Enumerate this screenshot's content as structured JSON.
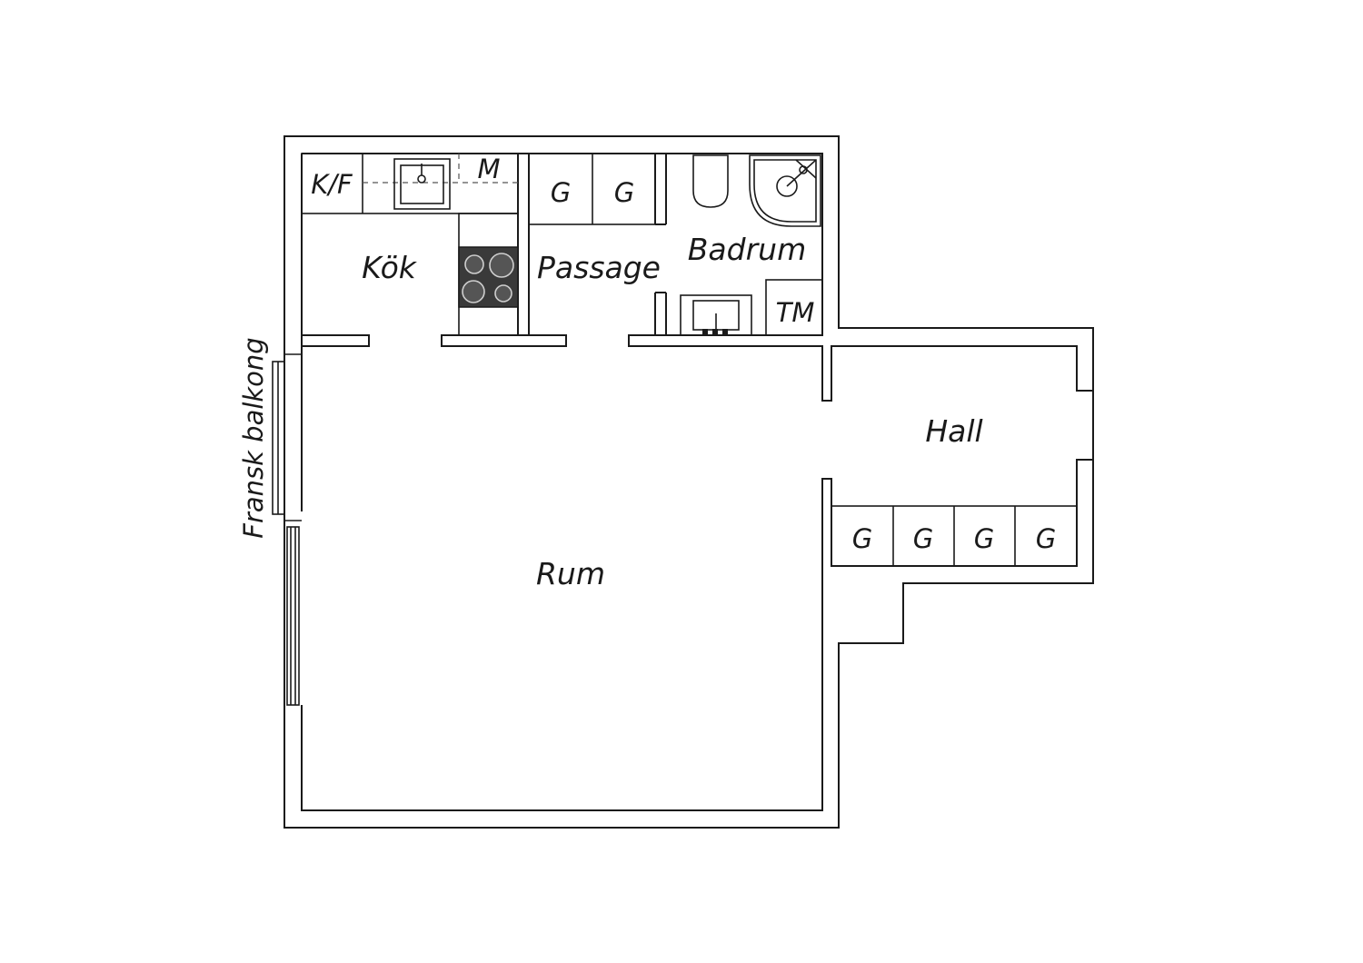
{
  "rooms": {
    "kok": "Kök",
    "passage": "Passage",
    "badrum": "Badrum",
    "rum": "Rum",
    "hall": "Hall"
  },
  "fixtures": {
    "kf": "K/F",
    "m": "M",
    "tm": "TM",
    "g": "G"
  },
  "balcony": "Fransk balkong",
  "icons": [
    "sink-icon",
    "stove-icon",
    "toilet-icon",
    "shower-icon",
    "washbasin-icon"
  ],
  "colors": {
    "line": "#1a1a1a",
    "background": "#ffffff",
    "stove": "#3a3a3a"
  }
}
